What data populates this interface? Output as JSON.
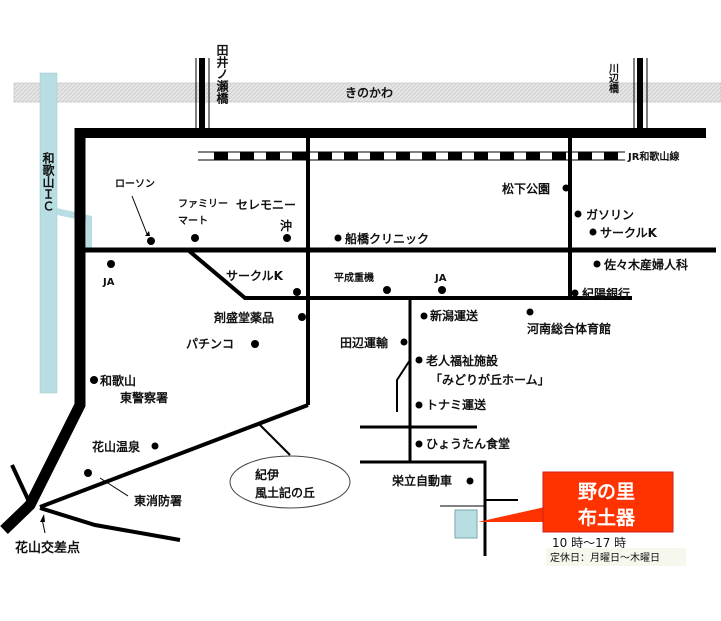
{
  "map": {
    "river": "きのかわ",
    "bridges": {
      "tainose": "田井ノ瀬橋",
      "kawabe": "川辺橋"
    },
    "ic": "和歌山ＩＣ",
    "railway": "JR和歌山線",
    "intersection": "花山交差点",
    "landmarks": {
      "lawson": "ローソン",
      "familymart_1": "ファミリー",
      "familymart_2": "マート",
      "ceremony_1": "セレモニー",
      "ceremony_2": "沖",
      "funahashi": "船橋クリニック",
      "ja_left": "JA",
      "circlek_left": "サークルK",
      "heisei": "平成重機",
      "ja_center": "JA",
      "matsushita": "松下公園",
      "gasoline": "ガソリン",
      "circlek_right": "サークルK",
      "sasaki": "佐々木産婦人科",
      "kiyo": "紀陽銀行",
      "zaiseido": "剤盛堂薬品",
      "pachinko": "パチンコ",
      "niigata": "新潟運送",
      "konan": "河南総合体育館",
      "tanabe": "田辺運輸",
      "rojin_1": "老人福祉施設",
      "rojin_2": "「みどりが丘ホーム」",
      "tonami": "トナミ運送",
      "hyoutan": "ひょうたん食堂",
      "eiritsu": "栄立自動車",
      "police_1": "和歌山",
      "police_2": "東警察署",
      "onsen": "花山温泉",
      "fire": "東消防署",
      "fudoki_1": "紀伊",
      "fudoki_2": "風土記の丘"
    }
  },
  "shop": {
    "name_1": "野の里",
    "name_2": "布土器",
    "hours": "10 時〜17 時",
    "closed": "定休日：月曜日〜木曜日",
    "color": "#ff3300"
  }
}
